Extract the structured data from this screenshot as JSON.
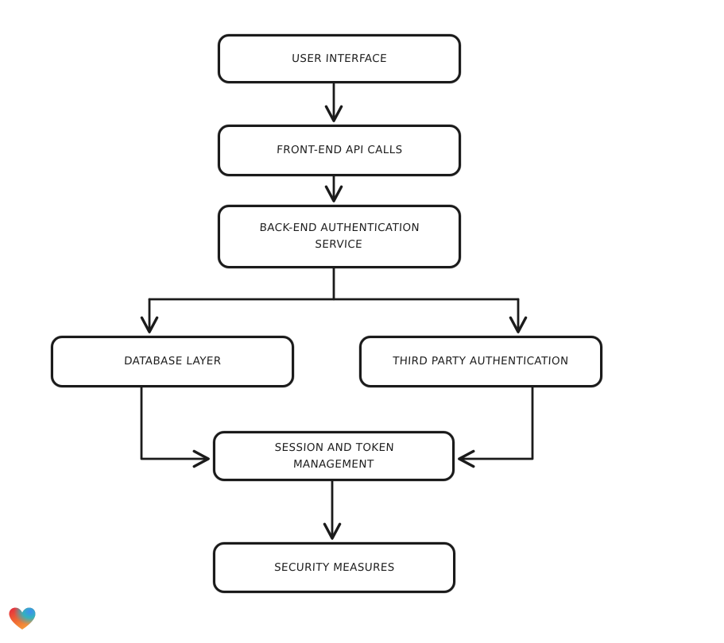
{
  "page": {
    "background": "#ffffff"
  },
  "diagram": {
    "type": "flowchart",
    "stroke_color": "#1b1b1b",
    "node_fill": "#ffffff",
    "nodes": [
      {
        "id": "user-interface",
        "label": "USER INTERFACE"
      },
      {
        "id": "front-end-api-calls",
        "label": "FRONT-END API CALLS"
      },
      {
        "id": "back-end-authentication-service",
        "label": "BACK-END AUTHENTICATION\nSERVICE"
      },
      {
        "id": "database-layer",
        "label": "DATABASE LAYER"
      },
      {
        "id": "third-party-authentication",
        "label": "THIRD PARTY AUTHENTICATION"
      },
      {
        "id": "session-and-token-management",
        "label": "SESSION AND TOKEN\nMANAGEMENT"
      },
      {
        "id": "security-measures",
        "label": "SECURITY MEASURES"
      }
    ],
    "edges": [
      {
        "from": "user-interface",
        "to": "front-end-api-calls"
      },
      {
        "from": "front-end-api-calls",
        "to": "back-end-authentication-service"
      },
      {
        "from": "back-end-authentication-service",
        "to": "database-layer"
      },
      {
        "from": "back-end-authentication-service",
        "to": "third-party-authentication"
      },
      {
        "from": "database-layer",
        "to": "session-and-token-management"
      },
      {
        "from": "third-party-authentication",
        "to": "session-and-token-management"
      },
      {
        "from": "session-and-token-management",
        "to": "security-measures"
      }
    ],
    "logo": {
      "name": "lovable-heart-logo",
      "colors": {
        "red": "#e6263d",
        "orange": "#f79b3c",
        "teal": "#29b6c5",
        "blue": "#3e8ef0"
      }
    }
  }
}
